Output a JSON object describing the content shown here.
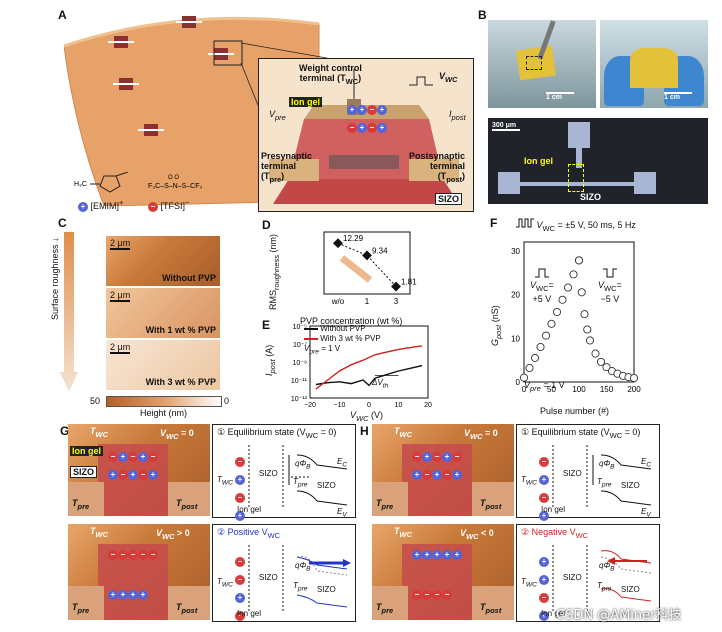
{
  "panels": {
    "A": "A",
    "B": "B",
    "C": "C",
    "D": "D",
    "E": "E",
    "F": "F",
    "G": "G",
    "H": "H"
  },
  "panelA": {
    "weight_terminal_line1": "Weight control",
    "weight_terminal_line2": "terminal (T",
    "weight_terminal_sub": "WC",
    "weight_terminal_close": ")",
    "vwc": "V",
    "vwc_sub": "WC",
    "ion_gel": "Ion gel",
    "vpre": "V",
    "vpre_sub": "pre",
    "ipost": "I",
    "ipost_sub": "post",
    "presynaptic_1": "Presynaptic",
    "presynaptic_2": "terminal",
    "presynaptic_3": "(T",
    "presynaptic_sub": "pre",
    "postsynaptic_1": "Postsynaptic",
    "postsynaptic_2": "terminal",
    "postsynaptic_3": "(T",
    "postsynaptic_sub": "post",
    "sizo": "SIZO",
    "emim": "[EMIM]",
    "emim_sup": "+",
    "tfsi": "[TFSI]",
    "tfsi_sup": "−",
    "emim_formula": "H3C–N⁺ ethyl",
    "tfsi_formula": "F3C–S–N–S–CF3"
  },
  "panelB": {
    "scale1": "1 cm",
    "scale2": "1 cm",
    "scale3": "300 μm",
    "ion_gel": "Ion gel",
    "sizo": "SIZO"
  },
  "panelC": {
    "axis_label": "Surface roughness ↓",
    "scale": "2 μm",
    "images": [
      "Without PVP",
      "With 1 wt % PVP",
      "With 3 wt % PVP"
    ],
    "colorbar_min": "50",
    "colorbar_max": "0",
    "colorbar_label": "Height (nm)"
  },
  "panelD": {
    "ylabel": "RMS",
    "ylabel_sub": "roughness",
    "ylabel_unit": "(nm)",
    "xlabel": "PVP concentration (wt %)",
    "ticks": [
      "w/o",
      "1",
      "3"
    ]
  },
  "panelE": {
    "legend": [
      "Without PVP",
      "With 3 wt % PVP"
    ],
    "vpre_label": "V",
    "vpre_sub": "pre",
    "vpre_val": " = 1 V",
    "ylabel": "I",
    "ylabel_sub": "post",
    "ylabel_unit": " (A)",
    "xlabel": "V",
    "xlabel_sub": "WC",
    "xlabel_unit": " (V)",
    "yticks": [
      "10⁻⁵",
      "10⁻⁷",
      "10⁻⁹",
      "10⁻¹¹",
      "10⁻¹³"
    ],
    "xticks": [
      "−20",
      "−10",
      "0",
      "10",
      "20"
    ],
    "dvth": "ΔV",
    "dvth_sub": "th"
  },
  "panelF": {
    "pulse_label": "V",
    "pulse_sub": "WC",
    "pulse_val": " = ±5 V, 50 ms, 5 Hz",
    "pos_label": "V",
    "pos_sub": "WC",
    "pos_val": "=",
    "pos_val2": "+5 V",
    "neg_label": "V",
    "neg_sub": "WC",
    "neg_val": "=",
    "neg_val2": "−5 V",
    "vpre_label": "V",
    "vpre_sub": "pre",
    "vpre_val": " = 1 V",
    "ylabel": "G",
    "ylabel_sub": "post",
    "ylabel_unit": " (nS)",
    "xlabel": "Pulse number (#)",
    "yticks": [
      "0",
      "10",
      "20",
      "30"
    ],
    "xticks": [
      "0",
      "50",
      "100",
      "150",
      "200"
    ]
  },
  "panelG": {
    "twc": "T",
    "twc_sub": "WC",
    "vwc0": "V",
    "vwc0_sub": "WC",
    "vwc0_val": " = 0",
    "ion_gel": "Ion gel",
    "sizo": "SIZO",
    "tpre": "T",
    "tpre_sub": "pre",
    "tpost": "T",
    "tpost_sub": "post",
    "vwc_pos": "V",
    "vwc_pos_sub": "WC",
    "vwc_pos_val": " > 0",
    "band1_title": "① Equilibrium state (V",
    "band1_sub": "WC",
    "band1_close": " = 0)",
    "band2_title": "② Positive V",
    "band2_sub": "WC",
    "twc_band": "T",
    "twc_band_sub": "WC",
    "tpre_band": "T",
    "tpre_band_sub": "pre",
    "sizo_band": "SIZO",
    "ion_gel_band": "Ion gel",
    "ec": "E",
    "ec_sub": "C",
    "ev": "E",
    "ev_sub": "V",
    "phi": "qΦ",
    "phi_sub": "B"
  },
  "panelH": {
    "vwc_neg": "V",
    "vwc_neg_sub": "WC",
    "vwc_neg_val": " < 0",
    "band2_title": "② Negative V",
    "band2_sub": "WC"
  },
  "watermark": "CSDN @AMiner科技",
  "chart_data": [
    {
      "type": "scatter",
      "panel": "D",
      "categories": [
        "w/o",
        "1",
        "3"
      ],
      "values": [
        12.29,
        9.34,
        1.81
      ],
      "xlabel": "PVP concentration (wt %)",
      "ylabel": "RMS roughness (nm)",
      "data_labels": [
        "12.29",
        "9.34",
        "1.81"
      ]
    },
    {
      "type": "line",
      "panel": "E",
      "xlabel": "VWC (V)",
      "ylabel": "Ipost (A)",
      "xlim": [
        -20,
        20
      ],
      "ylim_log10": [
        -13,
        -5
      ],
      "series": [
        {
          "name": "Without PVP",
          "x": [
            -18,
            -14,
            -10,
            -6,
            -2,
            0,
            2,
            6,
            10,
            14,
            18
          ],
          "y_log10": [
            -11.5,
            -11.3,
            -11.2,
            -11.4,
            -11,
            -11.6,
            -10.8,
            -10.4,
            -10.0,
            -9.7,
            -9.4
          ],
          "color": "#111111"
        },
        {
          "name": "With 3 wt % PVP",
          "x": [
            -18,
            -14,
            -10,
            -6,
            -2,
            0,
            2,
            6,
            10,
            14,
            18
          ],
          "y_log10": [
            -12.0,
            -11.0,
            -10.0,
            -9.3,
            -8.8,
            -8.5,
            -8.2,
            -7.9,
            -7.6,
            -7.4,
            -7.2
          ],
          "color": "#cc2222"
        }
      ]
    },
    {
      "type": "scatter",
      "panel": "F",
      "xlabel": "Pulse number (#)",
      "ylabel": "Gpost (nS)",
      "xlim": [
        0,
        200
      ],
      "ylim": [
        0,
        32
      ],
      "series": [
        {
          "name": "potentiation",
          "x": [
            0,
            10,
            20,
            30,
            40,
            50,
            60,
            70,
            80,
            90,
            100
          ],
          "y": [
            1.0,
            3.2,
            5.5,
            8.0,
            10.6,
            13.3,
            16.0,
            18.8,
            21.6,
            24.6,
            27.8
          ]
        },
        {
          "name": "depression",
          "x": [
            100,
            105,
            110,
            115,
            120,
            130,
            140,
            150,
            160,
            170,
            180,
            190,
            200
          ],
          "y": [
            27.8,
            20.5,
            15.5,
            12.0,
            9.5,
            6.5,
            4.6,
            3.4,
            2.5,
            1.9,
            1.4,
            1.1,
            0.9
          ]
        }
      ]
    }
  ]
}
